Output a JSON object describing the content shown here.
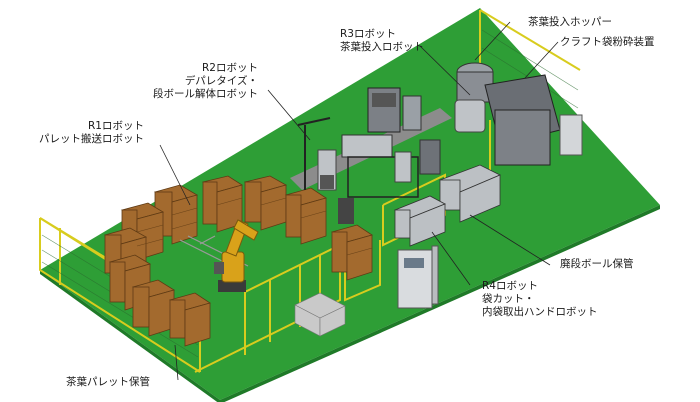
{
  "labels": {
    "r1": {
      "line1": "R1ロボット",
      "line2": "パレット搬送ロボット"
    },
    "r2": {
      "line1": "R2ロボット",
      "line2": "デパレタイズ・",
      "line3": "段ボール解体ロボット"
    },
    "r3": {
      "line1": "R3ロボット",
      "line2": "茶葉投入ロボット"
    },
    "r4": {
      "line1": "R4ロボット",
      "line2": "袋カット・",
      "line3": "内袋取出ハンドロボット"
    },
    "hopper": "茶葉投入ホッパー",
    "crusher": "クラフト袋粉砕装置",
    "cardboard_storage": "廃段ボール保管",
    "tea_pallet_storage": "茶葉パレット保管"
  },
  "colors": {
    "floor": "#2e9e36",
    "floor_side": "#1f7a28",
    "aisle": "#8c8c8c",
    "fence": "#d8cc1e",
    "box": "#a36a2e",
    "robot": "#d9a21a",
    "machine": "#8a8e94"
  }
}
